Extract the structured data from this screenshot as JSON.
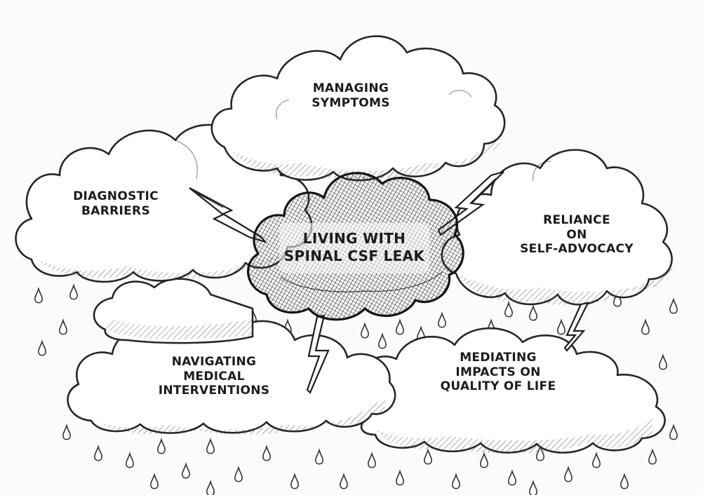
{
  "diagram": {
    "center": {
      "lines": [
        "LIVING WITH",
        "SPINAL CSF LEAK"
      ]
    },
    "themes": [
      {
        "lines": [
          "MANAGING",
          "SYMPTOMS"
        ]
      },
      {
        "lines": [
          "DIAGNOSTIC",
          "BARRIERS"
        ]
      },
      {
        "lines": [
          "RELIANCE",
          "ON",
          "SELF-ADVOCACY"
        ]
      },
      {
        "lines": [
          "NAVIGATING",
          "MEDICAL",
          "INTERVENTIONS"
        ]
      },
      {
        "lines": [
          "MEDIATING",
          "IMPACTS ON",
          "QUALITY OF LIFE"
        ]
      }
    ]
  },
  "colors": {
    "ink": "#262626",
    "paper": "#fbfbfa",
    "cloud_fill": "#ffffff",
    "hatch": "#555555"
  }
}
